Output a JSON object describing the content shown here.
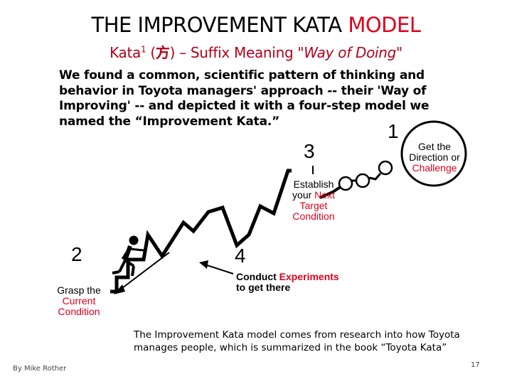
{
  "slide": {
    "title_main": "THE IMPROVEMENT KATA ",
    "title_accent": "MODEL",
    "subtitle_pre": "Kata",
    "subtitle_sup": "1",
    "subtitle_open": " (",
    "subtitle_kanji": "方",
    "subtitle_mid": ") – Suffix Meaning \"",
    "subtitle_italic": "Way of Doing",
    "subtitle_close": "\"",
    "intro": "We found a common, scientific pattern of thinking and behavior in Toyota managers' approach -- their 'Way of Improving' -- and depicted it with a four-step model we named the “Improvement Kata.”",
    "footnote": "The Improvement Kata model comes from research into how Toyota manages people, which is summarized in the book “Toyota Kata”",
    "author": "By Mike Rother",
    "page_number": "17"
  },
  "steps": {
    "s1": {
      "num": "1",
      "line1": "Get the",
      "line2": "Direction or",
      "line3": "Challenge"
    },
    "s2": {
      "num": "2",
      "line1": "Grasp the",
      "line2": "Current",
      "line3": "Condition"
    },
    "s3": {
      "num": "3",
      "line1": "Establish",
      "line2a": "your ",
      "line2b": "Next",
      "line3": "Target",
      "line4": "Condition"
    },
    "s4": {
      "num": "4",
      "line1a": "Conduct ",
      "line1b": "Experiments",
      "line2": "to get there"
    }
  },
  "colors": {
    "accent_red": "#e0001b",
    "subtitle_red": "#b3001b"
  }
}
